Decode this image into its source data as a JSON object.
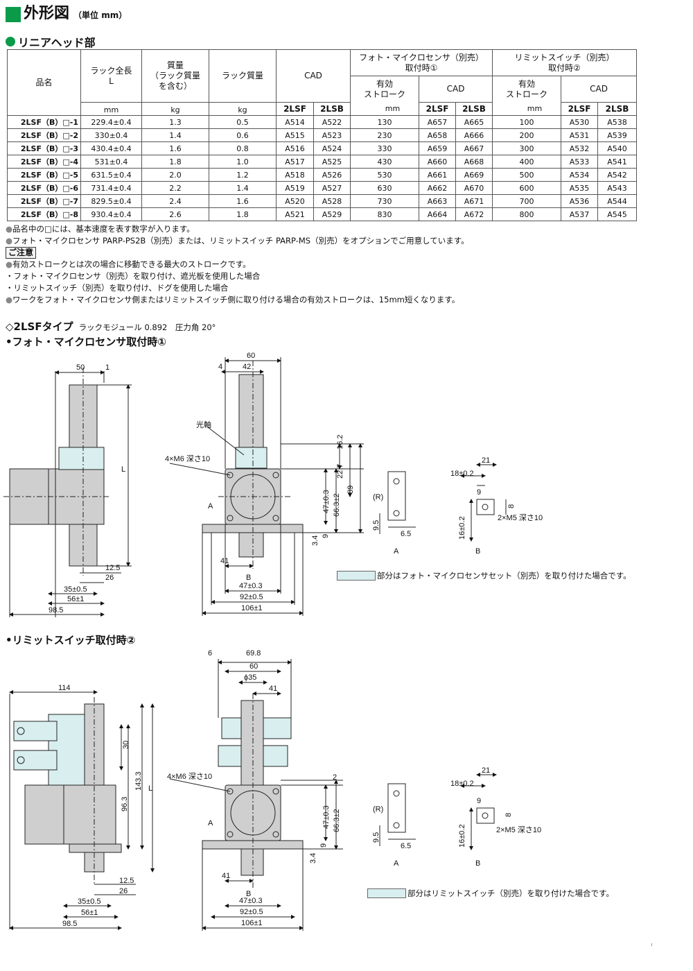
{
  "header": {
    "title": "外形図",
    "unit": "（単位 mm）"
  },
  "section": {
    "title": "リニアヘッド部"
  },
  "table": {
    "h_name": "品名",
    "h_length": "ラック全長",
    "h_length_sym": "L",
    "h_mass": "質量\n（ラック質量\nを含む）",
    "h_rack_mass": "ラック質量",
    "h_cad": "CAD",
    "h_photo": "フォト・マイクロセンサ（別売）\n取付時①",
    "h_limit": "リミットスイッチ（別売）\n取付時②",
    "h_stroke": "有効\nストローク",
    "h_2lsf": "2LSF",
    "h_2lsb": "2LSB",
    "u_mm": "mm",
    "u_kg": "kg",
    "rows": [
      {
        "name": "2LSF（B）□-1",
        "L": "229.4±0.4",
        "mass": "1.3",
        "rack": "0.5",
        "cf": "A514",
        "cb": "A522",
        "ps": "130",
        "pf": "A657",
        "pb": "A665",
        "ls": "100",
        "lf": "A530",
        "lb": "A538"
      },
      {
        "name": "2LSF（B）□-2",
        "L": "330±0.4",
        "mass": "1.4",
        "rack": "0.6",
        "cf": "A515",
        "cb": "A523",
        "ps": "230",
        "pf": "A658",
        "pb": "A666",
        "ls": "200",
        "lf": "A531",
        "lb": "A539"
      },
      {
        "name": "2LSF（B）□-3",
        "L": "430.4±0.4",
        "mass": "1.6",
        "rack": "0.8",
        "cf": "A516",
        "cb": "A524",
        "ps": "330",
        "pf": "A659",
        "pb": "A667",
        "ls": "300",
        "lf": "A532",
        "lb": "A540"
      },
      {
        "name": "2LSF（B）□-4",
        "L": "531±0.4",
        "mass": "1.8",
        "rack": "1.0",
        "cf": "A517",
        "cb": "A525",
        "ps": "430",
        "pf": "A660",
        "pb": "A668",
        "ls": "400",
        "lf": "A533",
        "lb": "A541"
      },
      {
        "name": "2LSF（B）□-5",
        "L": "631.5±0.4",
        "mass": "2.0",
        "rack": "1.2",
        "cf": "A518",
        "cb": "A526",
        "ps": "530",
        "pf": "A661",
        "pb": "A669",
        "ls": "500",
        "lf": "A534",
        "lb": "A542"
      },
      {
        "name": "2LSF（B）□-6",
        "L": "731.4±0.4",
        "mass": "2.2",
        "rack": "1.4",
        "cf": "A519",
        "cb": "A527",
        "ps": "630",
        "pf": "A662",
        "pb": "A670",
        "ls": "600",
        "lf": "A535",
        "lb": "A543"
      },
      {
        "name": "2LSF（B）□-7",
        "L": "829.5±0.4",
        "mass": "2.4",
        "rack": "1.6",
        "cf": "A520",
        "cb": "A528",
        "ps": "730",
        "pf": "A663",
        "pb": "A671",
        "ls": "700",
        "lf": "A536",
        "lb": "A544"
      },
      {
        "name": "2LSF（B）□-8",
        "L": "930.4±0.4",
        "mass": "2.6",
        "rack": "1.8",
        "cf": "A521",
        "cb": "A529",
        "ps": "830",
        "pf": "A664",
        "pb": "A672",
        "ls": "800",
        "lf": "A537",
        "lb": "A545"
      }
    ]
  },
  "notes": {
    "n1": "品名中の□には、基本速度を表す数字が入ります。",
    "n2": "フォト・マイクロセンサ PARP-PS2B（別売）または、リミットスイッチ PARP-MS（別売）をオプションでご用意しています。",
    "caution": "ご注意",
    "n3": "有効ストロークとは次の場合に移動できる最大のストロークです。",
    "n4": "・フォト・マイクロセンサ（別売）を取り付け、遮光板を使用した場合",
    "n5": "・リミットスイッチ（別売）を取り付け、ドグを使用した場合",
    "n6": "ワークをフォト・マイクロセンサ側またはリミットスイッチ側に取り付ける場合の有効ストロークは、15mm短くなります。"
  },
  "type_section": {
    "title": "◇2LSFタイプ",
    "spec": "ラックモジュール 0.892　圧力角 20°"
  },
  "fig1": {
    "title": "•フォト・マイクロセンサ取付時①",
    "legend": "部分はフォト・マイクロセンサセット（別売）を取り付けた場合です。",
    "dims": {
      "d50": "50",
      "d1": "1",
      "dL": "L",
      "d12_5": "12.5",
      "d26": "26",
      "d35": "35±0.5",
      "d56": "56±1",
      "d98_5": "98.5",
      "d60": "60",
      "d4": "4",
      "d42": "42",
      "d16_2": "16.2",
      "d22_7": "22.7",
      "d89": "89",
      "d47": "47±0.3",
      "d66_3": "66.3±2",
      "d3_4": "3.4",
      "d9": "9",
      "d41": "41",
      "d47b": "47±0.3",
      "d92": "92±0.5",
      "d106": "106±1",
      "hole": "4×M6 深さ10",
      "shaft": "光軸",
      "A": "A",
      "B": "B",
      "d21": "21",
      "d18": "18±0.2",
      "d9b": "9",
      "d8": "8",
      "d16": "16±0.2",
      "d9_5": "9.5",
      "d6_5": "6.5",
      "R": "(R)",
      "m5": "2×M5 深さ10"
    }
  },
  "fig2": {
    "title": "•リミットスイッチ取付時②",
    "legend": "部分はリミットスイッチ（別売）を取り付けた場合です。",
    "dims": {
      "d114": "114",
      "d30": "30",
      "d96_3": "96.3",
      "d143_3": "143.3",
      "dL": "L",
      "d12_5": "12.5",
      "d26": "26",
      "d35": "35±0.5",
      "d56": "56±1",
      "d98_5": "98.5",
      "d6": "6",
      "d69_8": "69.8",
      "d60": "60",
      "dphi35": "ϕ35",
      "d41": "41",
      "d2": "2",
      "d47": "47±0.3",
      "d66_3": "66.3±2",
      "d9": "9",
      "d3_4": "3.4",
      "d41b": "41",
      "d47b": "47±0.3",
      "d92": "92±0.5",
      "d106": "106±1",
      "hole": "4×M6 深さ10",
      "A": "A",
      "B": "B",
      "d21": "21",
      "d18": "18±0.2",
      "d9b": "9",
      "d8": "8",
      "d16": "16±0.2",
      "d9_5": "9.5",
      "d6_5": "6.5",
      "R": "(R)",
      "m5": "2×M5 深さ10"
    }
  },
  "colors": {
    "accent": "#0a9a4a",
    "option_fill": "#d9eeee",
    "body_fill": "#cfcfcf"
  }
}
